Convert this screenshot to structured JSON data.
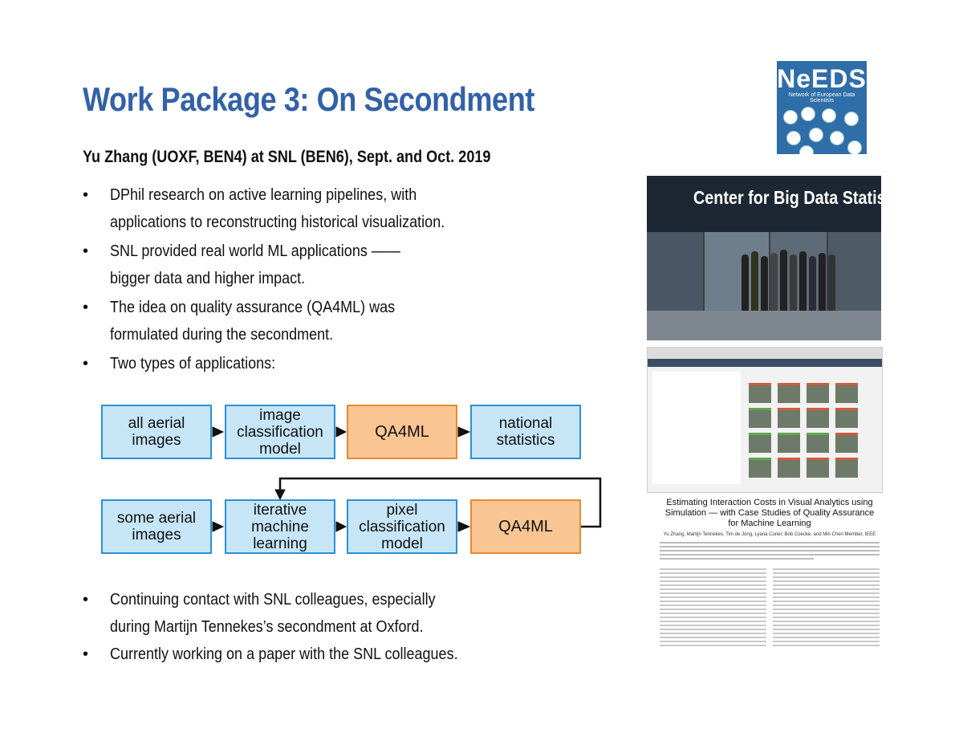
{
  "title": "Work Package 3: On Secondment",
  "subtitle": "Yu Zhang (UOXF, BEN4) at SNL (BEN6), Sept. and Oct. 2019",
  "bullets_top": [
    [
      "DPhil research on active learning pipelines, with",
      "applications to reconstructing historical visualization."
    ],
    [
      "SNL provided real world ML applications ——",
      "bigger data and higher impact."
    ],
    [
      "The idea on quality assurance (QA4ML) was",
      "formulated during the secondment."
    ],
    [
      "Two types of applications:"
    ]
  ],
  "diagram": {
    "row1": [
      "all aerial images",
      "image classification model",
      "QA4ML",
      "national statistics"
    ],
    "row2": [
      "some aerial images",
      "iterative machine learning",
      "pixel classification model",
      "QA4ML"
    ],
    "colors": {
      "blue_fill": "#c6e6f7",
      "blue_border": "#2f8fd0",
      "orange_fill": "#f9c592",
      "orange_border": "#e98a2d"
    }
  },
  "bullets_bottom": [
    [
      "Continuing contact with SNL colleagues, especially",
      "during Martijn Tennekes’s secondment at Oxford."
    ],
    [
      "Currently working on a paper with the SNL colleagues."
    ]
  ],
  "logo": {
    "text": "NeEDS",
    "subtitle": "Network of European Data Scientists"
  },
  "photo": {
    "banner_text": "Center for Big Data Statistics"
  },
  "paper": {
    "title": "Estimating Interaction Costs in Visual Analytics using Simulation — with Case Studies of Quality Assurance for Machine Learning",
    "authors": "Yu Zhang, Martijn Tennekes, Tim de Jong, Lyana Curier, Bob Coecke, and Min Chen Member, IEEE"
  },
  "accent_color": "#3361a7"
}
